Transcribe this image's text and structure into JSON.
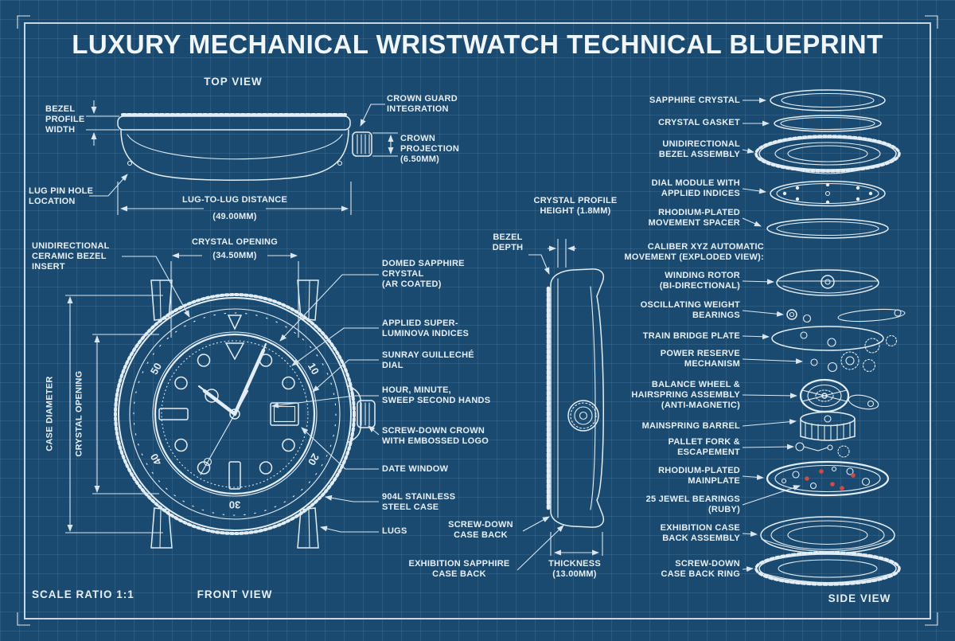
{
  "title": "LUXURY MECHANICAL WRISTWATCH TECHNICAL BLUEPRINT",
  "colors": {
    "background": "#1a4a70",
    "grid": "#3a6a93",
    "line": "#e2edf5",
    "jewel": "#d14b44"
  },
  "top_view": {
    "label": "TOP VIEW",
    "bezel_profile_width": "BEZEL\nPROFILE\nWIDTH",
    "crown_guard": "CROWN GUARD\nINTEGRATION",
    "crown_projection": "CROWN\nPROJECTION\n(6.50MM)",
    "lug_pin_hole": "LUG PIN HOLE\nLOCATION",
    "lug_to_lug_line1": "LUG-TO-LUG DISTANCE",
    "lug_to_lug_line2": "(49.00MM)"
  },
  "front_view": {
    "label": "FRONT VIEW",
    "scale_ratio": "SCALE RATIO 1:1",
    "bezel_insert": "UNIDIRECTIONAL\nCERAMIC BEZEL\nINSERT",
    "crystal_opening_line1": "CRYSTAL OPENING",
    "crystal_opening_line2": "(34.50MM)",
    "case_diameter": "CASE DIAMETER",
    "crystal_opening_vertical": "CRYSTAL OPENING",
    "bezel_numerals": [
      "10",
      "20",
      "30",
      "40",
      "50"
    ],
    "callouts": {
      "domed_crystal": "DOMED SAPPHIRE\nCRYSTAL\n(AR COATED)",
      "indices": "APPLIED SUPER-\nLUMINOVA INDICES",
      "dial": "SUNRAY GUILLECHÉ\nDIAL",
      "hands": "HOUR, MINUTE,\nSWEEP SECOND HANDS",
      "crown": "SCREW-DOWN CROWN\nWITH EMBOSSED LOGO",
      "date_window": "DATE WINDOW",
      "case": "904L STAINLESS\nSTEEL CASE",
      "lugs": "LUGS"
    }
  },
  "profile_view": {
    "crystal_profile_height": "CRYSTAL PROFILE\nHEIGHT (1.8MM)",
    "bezel_depth": "BEZEL\nDEPTH",
    "screw_down_case_back": "SCREW-DOWN\nCASE BACK",
    "exhibition_case_back": "EXHIBITION SAPPHIRE\nCASE BACK",
    "thickness": "THICKNESS\n(13.00MM)"
  },
  "exploded_view": {
    "label": "SIDE VIEW",
    "callouts": [
      "SAPPHIRE CRYSTAL",
      "CRYSTAL GASKET",
      "UNIDIRECTIONAL\nBEZEL ASSEMBLY",
      "DIAL MODULE WITH\nAPPLIED INDICES",
      "RHODIUM-PLATED\nMOVEMENT SPACER",
      "CALIBER XYZ AUTOMATIC\nMOVEMENT (EXPLODED VIEW):",
      "WINDING ROTOR\n(BI-DIRECTIONAL)",
      "OSCILLATING WEIGHT\nBEARINGS",
      "TRAIN BRIDGE PLATE",
      "POWER RESERVE\nMECHANISM",
      "BALANCE WHEEL &\nHAIRSPRING ASSEMBLY\n(ANTI-MAGNETIC)",
      "MAINSPRING BARREL",
      "PALLET FORK &\nESCAPEMENT",
      "RHODIUM-PLATED\nMAINPLATE",
      "25 JEWEL BEARINGS\n(RUBY)",
      "EXHIBITION CASE\nBACK ASSEMBLY",
      "SCREW-DOWN\nCASE BACK RING"
    ]
  }
}
